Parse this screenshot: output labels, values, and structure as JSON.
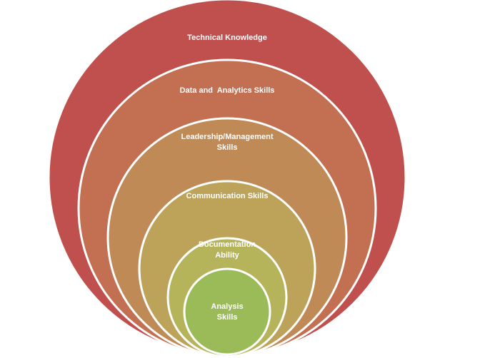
{
  "diagram": {
    "rings": [
      {
        "lines": [
          "Technical Knowledge"
        ],
        "color": "#C0504D"
      },
      {
        "lines": [
          "Data and  Analytics Skills"
        ],
        "color": "#C26F52"
      },
      {
        "lines": [
          "Leadership/Management",
          "Skills"
        ],
        "color": "#BF8A55"
      },
      {
        "lines": [
          "Communication Skills"
        ],
        "color": "#BCA359"
      },
      {
        "lines": [
          "Documentation",
          "Ability"
        ],
        "color": "#B6B45A"
      },
      {
        "lines": [
          "Analysis",
          "Skills"
        ],
        "color": "#9BBB59"
      }
    ],
    "stroke_color": "#ffffff"
  }
}
